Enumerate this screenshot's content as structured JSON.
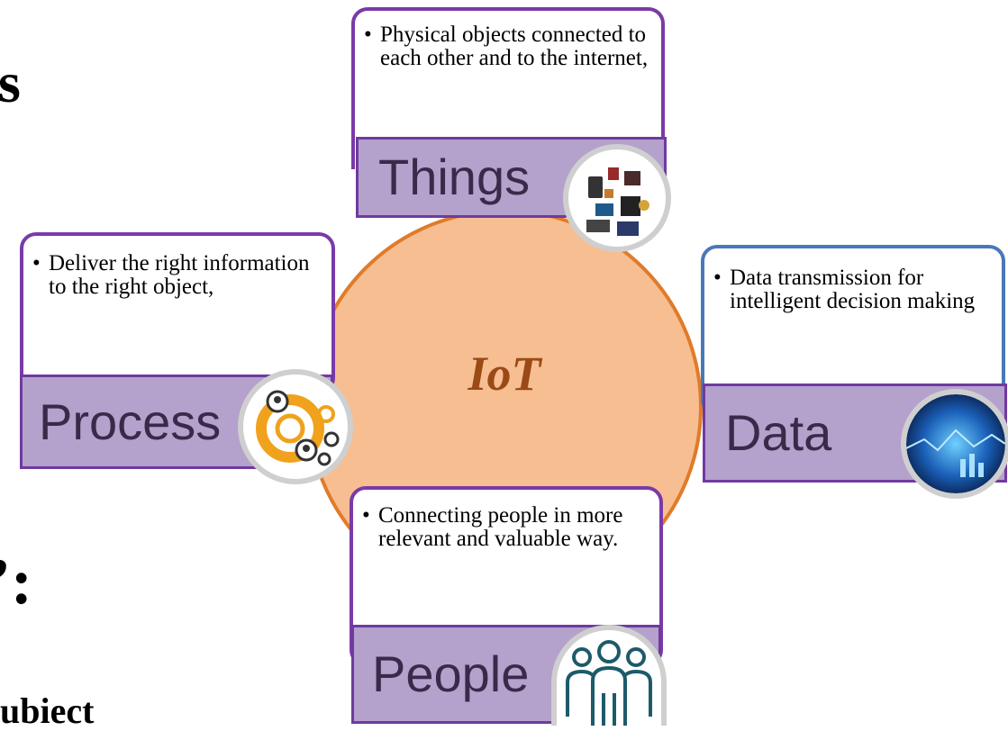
{
  "edge_fragments": {
    "top_left": "s",
    "mid_left": "’:",
    "bottom_left": "ubiect"
  },
  "center": {
    "label": "IoT"
  },
  "things": {
    "title": "Things",
    "bullet": "Physical objects connected to each other and to the internet,",
    "icon": "devices-collage-icon"
  },
  "process": {
    "title": "Process",
    "bullet": "Deliver the right information to the right object,",
    "icon": "gears-people-icon"
  },
  "data": {
    "title": "Data",
    "bullet": "Data transmission for intelligent decision making",
    "icon": "digital-globe-icon"
  },
  "people": {
    "title": "People",
    "bullet": "Connecting people in more relevant and valuable way.",
    "icon": "people-group-icon"
  },
  "colors": {
    "center_fill": "#f7be92",
    "center_border": "#e07b2a",
    "center_text": "#9b4a16",
    "band_fill": "#b4a1cc",
    "card_border": "#7a3aa8",
    "data_card_border": "#4a78b8"
  }
}
